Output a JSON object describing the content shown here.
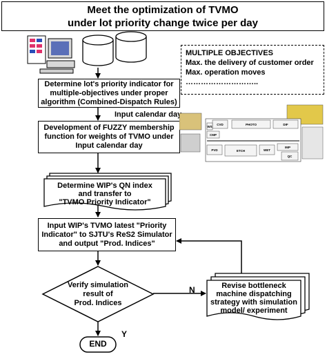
{
  "title": {
    "line1": "Meet the optimization of TVMO",
    "line2": "under lot priority change twice per day"
  },
  "objectives": {
    "heading": "MULTIPLE OBJECTIVES",
    "item1": "Max. the delivery of customer order",
    "item2": "Max. operation moves",
    "item3": "……………………….."
  },
  "steps": {
    "step1": [
      "Determine lot's priority indicator for",
      "multiple-objectives under proper",
      "algorithm (Combined-Dispatch Rules)"
    ],
    "input_calendar": "Input calendar day",
    "step2": [
      "Development of FUZZY membership",
      "function for weights of  TVMO under",
      "Input calendar day"
    ],
    "step3": [
      "Determine WIP's QN index",
      "and transfer to",
      "\"TVMO Priority Indicator\""
    ],
    "step4": [
      "Input WIP's TVMO latest \"Priority",
      "Indicator\" to SJTU's ReS2 Simulator",
      "and output \"Prod. Indices\""
    ],
    "decision": [
      "Verify simulation",
      "result of",
      "Prod. Indices"
    ],
    "revise": [
      "Revise bottleneck",
      "machine dispatching",
      "strategy with simulation",
      "model/ experiment"
    ],
    "end": "END",
    "yes_label": "Y",
    "no_label": "N"
  },
  "fab_layout": {
    "areas": [
      "CVD",
      "PHOTO",
      "DIF",
      "CMP",
      "PVD",
      "ETCH",
      "WET",
      "IMP",
      "WS",
      "QC"
    ]
  }
}
